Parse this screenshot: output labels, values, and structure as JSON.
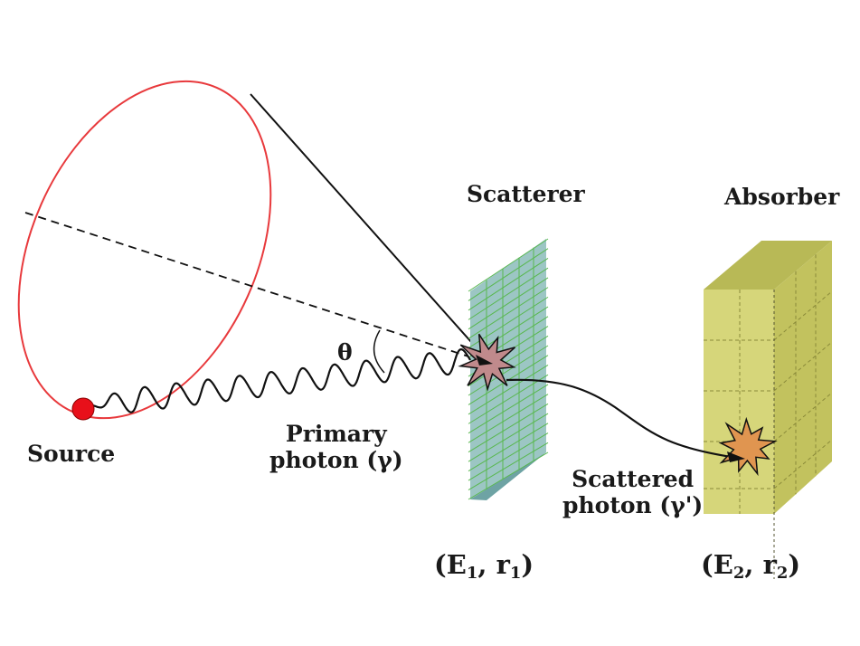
{
  "labels": {
    "scatterer": "Scatterer",
    "absorber": "Absorber",
    "source": "Source",
    "theta": "θ",
    "primary_line1": "Primary",
    "primary_line2": "photon (γ)",
    "scattered_line1": "Scattered",
    "scattered_line2": "photon (γ')"
  },
  "coords_left": {
    "open": "(",
    "e": "E",
    "e_sub": "1",
    "sep": ", ",
    "r": "r",
    "r_sub": "1",
    "close": ")"
  },
  "coords_right": {
    "open": "(",
    "e": "E",
    "e_sub": "2",
    "sep": ", ",
    "r": "r",
    "r_sub": "2",
    "close": ")"
  },
  "colors": {
    "cone_ring": "#e8393c",
    "source_dot": "#e8101a",
    "scatterer_front": "#9cc6c4",
    "scatterer_side": "#6ea3a4",
    "scatterer_grid": "#59b84f",
    "absorber_front": "#d6d67a",
    "absorber_top": "#b8b956",
    "absorber_side": "#c2c25e",
    "burst_scatter": "#c08a8c",
    "burst_absorb": "#e09550",
    "line": "#111111"
  }
}
